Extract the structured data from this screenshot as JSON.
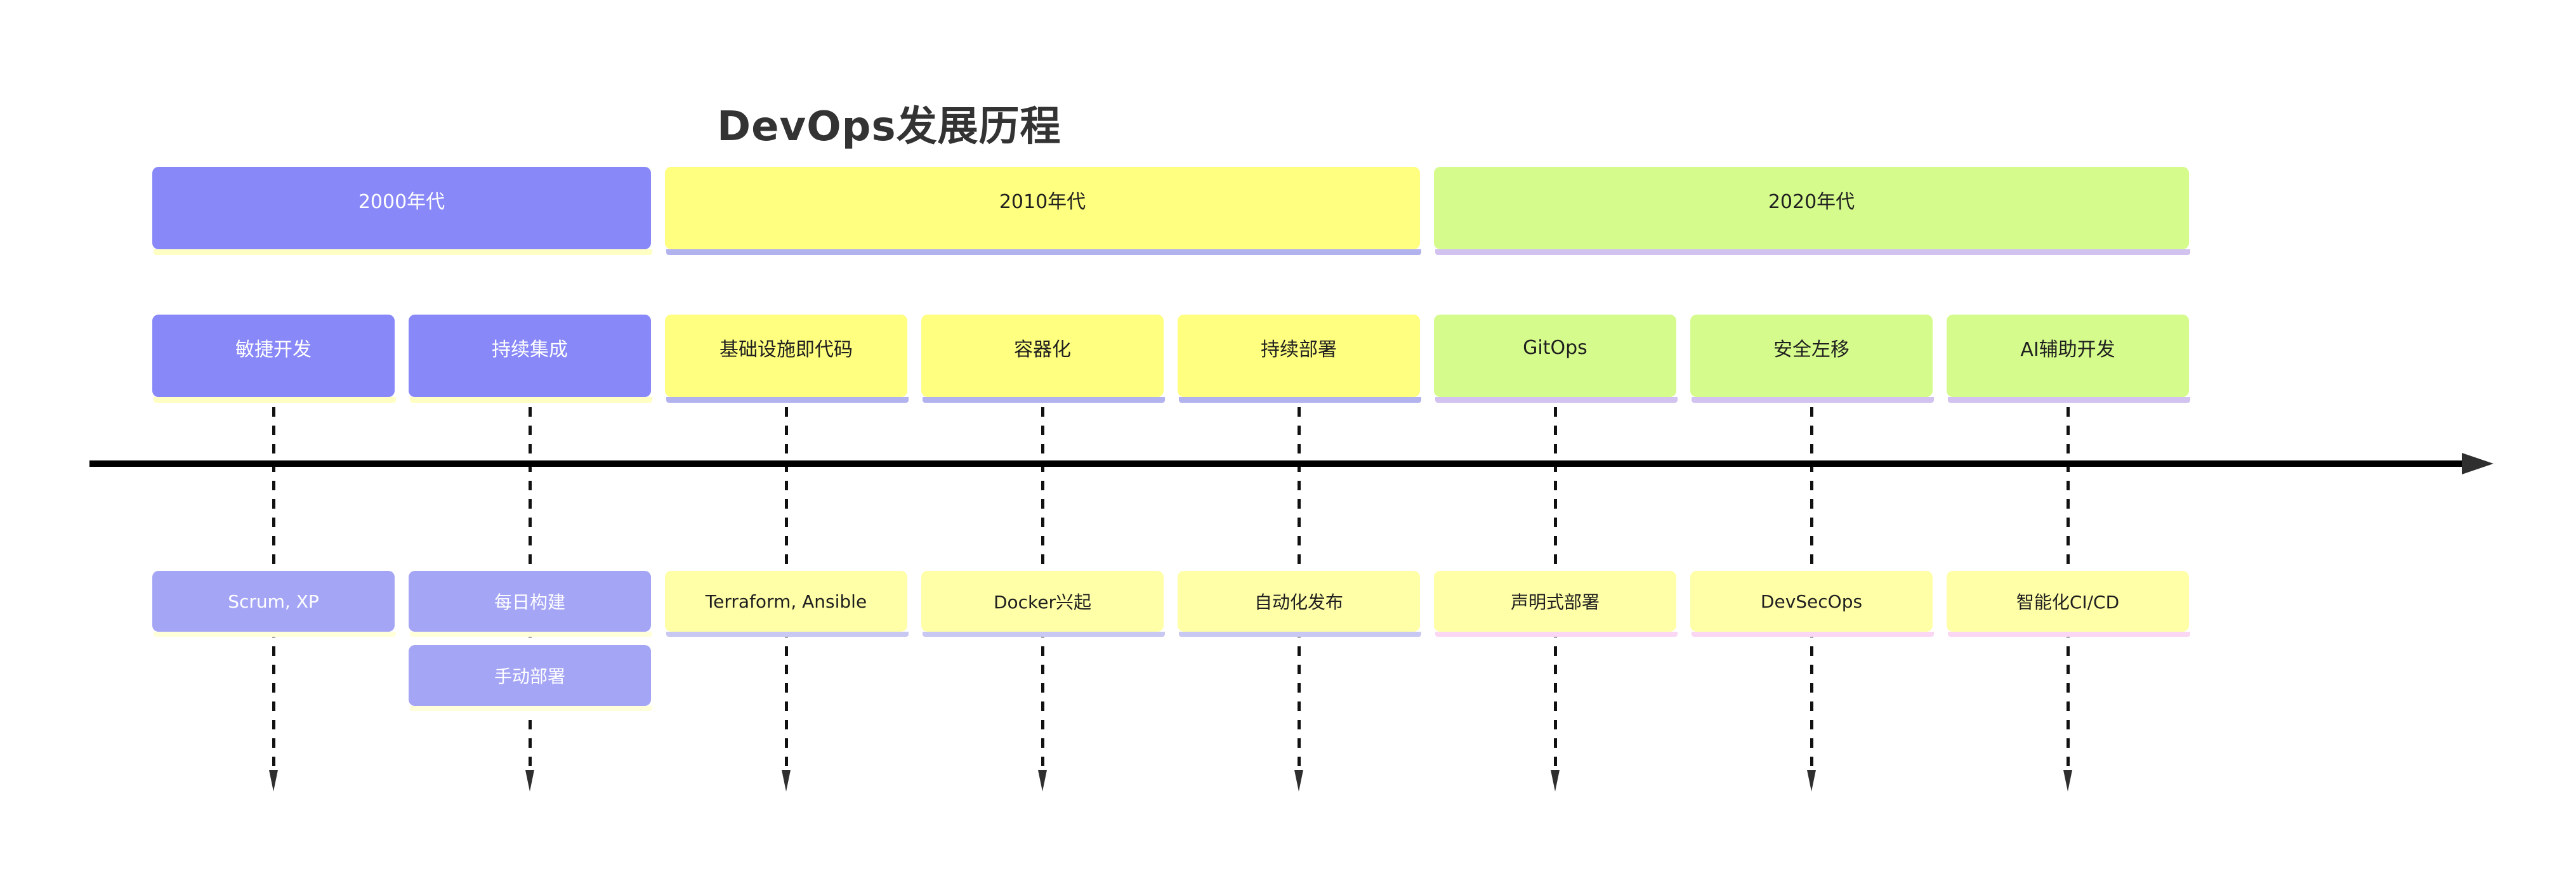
{
  "title": "DevOps发展历程",
  "eras": [
    {
      "label": "2000年代",
      "color": "#8888f8"
    },
    {
      "label": "2010年代",
      "color": "#ffff80"
    },
    {
      "label": "2020年代",
      "color": "#d6fb8d"
    }
  ],
  "columns": [
    {
      "era": "2000年代",
      "milestone": "敏捷开发",
      "events": [
        "Scrum, XP"
      ]
    },
    {
      "era": "2000年代",
      "milestone": "持续集成",
      "events": [
        "每日构建",
        "手动部署"
      ]
    },
    {
      "era": "2010年代",
      "milestone": "基础设施即代码",
      "events": [
        "Terraform, Ansible"
      ]
    },
    {
      "era": "2010年代",
      "milestone": "容器化",
      "events": [
        "Docker兴起"
      ]
    },
    {
      "era": "2010年代",
      "milestone": "持续部署",
      "events": [
        "自动化发布"
      ]
    },
    {
      "era": "2020年代",
      "milestone": "GitOps",
      "events": [
        "声明式部署"
      ]
    },
    {
      "era": "2020年代",
      "milestone": "安全左移",
      "events": [
        "DevSecOps"
      ]
    },
    {
      "era": "2020年代",
      "milestone": "AI辅助开发",
      "events": [
        "智能化CI/CD"
      ]
    }
  ],
  "colors": {
    "section_purple": "#8888f8",
    "section_yellow": "#ffff80",
    "section_green": "#d6fb8d",
    "event_purple": "#a5a5f6",
    "event_yellow": "#ffffa8",
    "shadow_pale_yellow": "#ffffc4",
    "shadow_pale_yellow_light": "#ffffda",
    "shadow_periwinkle": "#b2b2ee",
    "shadow_periwinkle_light": "#c8c8f2",
    "shadow_lavender": "#d2c2ef",
    "shadow_pink": "#fad7f3",
    "text_dark": "#1f1f1f",
    "text_light": "#ffffff",
    "title_color": "#333333",
    "axis_color": "#000000",
    "arrow_color": "#2f2f2f",
    "connector_color": "#111111"
  }
}
